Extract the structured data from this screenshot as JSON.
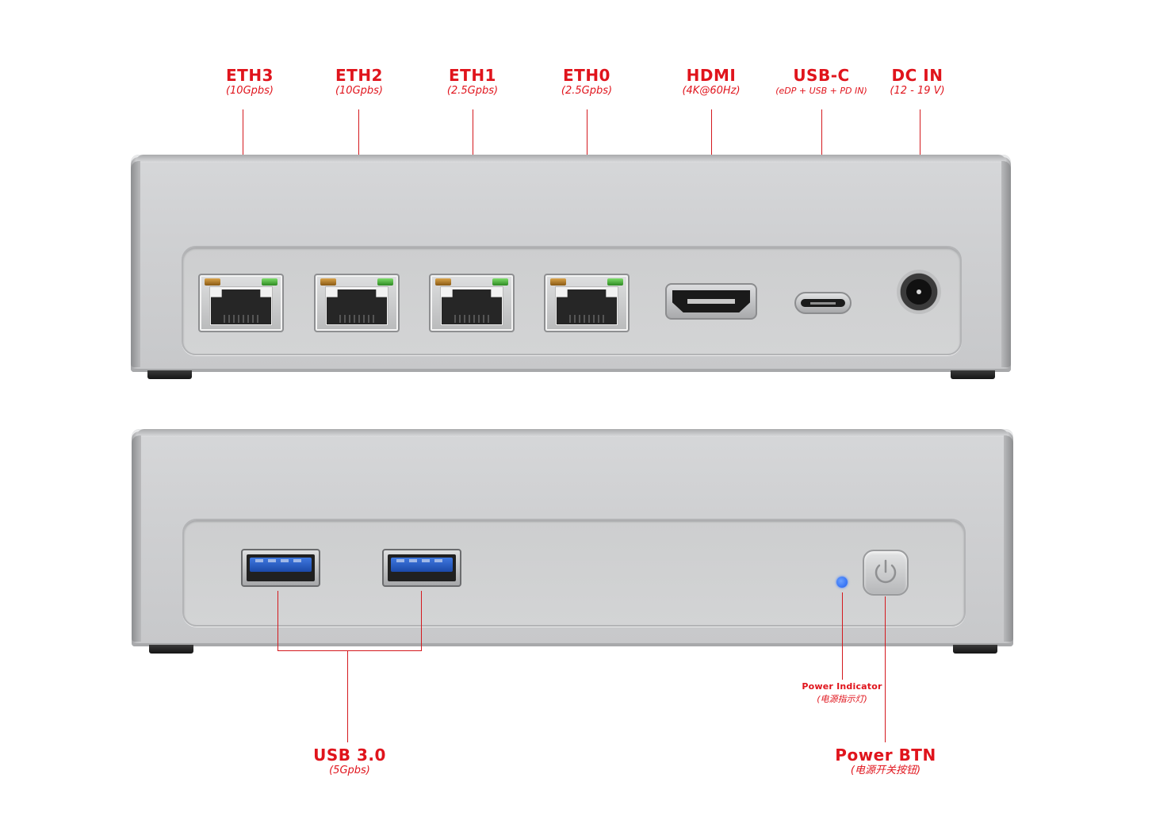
{
  "ports_top": [
    {
      "name": "ETH3",
      "spec": "(10Gpbs)"
    },
    {
      "name": "ETH2",
      "spec": "(10Gpbs)"
    },
    {
      "name": "ETH1",
      "spec": "(2.5Gpbs)"
    },
    {
      "name": "ETH0",
      "spec": "(2.5Gpbs)"
    },
    {
      "name": "HDMI",
      "spec": "(4K@60Hz)"
    },
    {
      "name": "USB-C",
      "spec": "(eDP + USB + PD IN)"
    },
    {
      "name": "DC IN",
      "spec": "(12 - 19 V)"
    }
  ],
  "ports_bottom": {
    "usb": {
      "name": "USB 3.0",
      "spec": "(5Gpbs)"
    },
    "indicator": {
      "name": "Power Indicator",
      "spec": "(电源指示灯)"
    },
    "button": {
      "name": "Power BTN",
      "spec": "(电源开关按钮)"
    }
  },
  "colors": {
    "label_red": "#e0141c",
    "chassis": "#cfd0d2",
    "led_blue": "#1e5ff0"
  },
  "icons": {
    "power_button": "power-symbol-icon",
    "rj45": "ethernet-port-icon",
    "hdmi": "hdmi-port-icon",
    "usbc": "usb-c-port-icon",
    "dc": "dc-jack-icon",
    "usba": "usb-a-port-icon"
  }
}
